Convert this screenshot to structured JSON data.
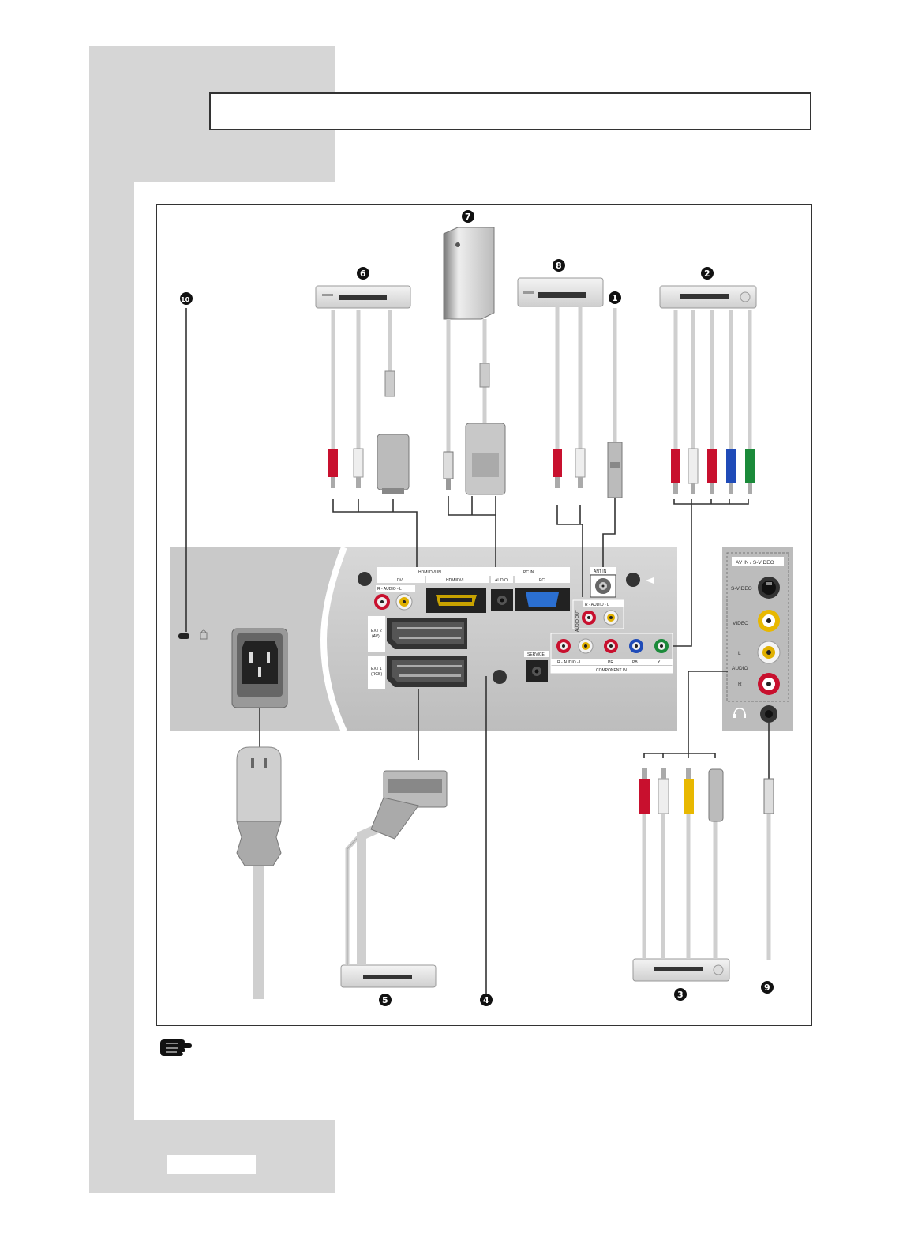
{
  "header": {
    "title": ""
  },
  "panel_labels": {
    "hdmi_dvi_in": "HDMI/DVI IN",
    "dvi": "DVI",
    "hdmi_dvi": "HDMI/DVI",
    "audio_rl_left": "R - AUDIO - L",
    "pc_in": "PC IN",
    "audio": "AUDIO",
    "pc": "PC",
    "ant_in": "ANT IN",
    "audio_out": "AUDIO OUT",
    "audio_rl_out": "R - AUDIO - L",
    "ext2": "EXT 2",
    "ext2_sub": "(AV)",
    "ext1": "EXT 1",
    "ext1_sub": "(RGB)",
    "service": "SERVICE",
    "component_audio": "R - AUDIO - L",
    "pr": "PR",
    "pb": "PB",
    "y": "Y",
    "component_in": "COMPONENT IN"
  },
  "side_panel": {
    "title": "AV IN / S-VIDEO",
    "svideo": "S-VIDEO",
    "video": "VIDEO",
    "l": "L",
    "audio": "AUDIO",
    "r": "R"
  },
  "callouts": [
    "1",
    "2",
    "3",
    "4",
    "5",
    "6",
    "7",
    "8",
    "9",
    "10"
  ],
  "icons": [
    "note-hand-icon",
    "kensington-lock-icon",
    "headphone-icon"
  ],
  "footer": {
    "page_box": ""
  },
  "colors": {
    "sidebar": "#d6d6d6",
    "panel": "#c8c8c8",
    "red": "#c8102e",
    "white": "#f2f2f2",
    "yellow": "#e8b800",
    "blue": "#1f4bb8",
    "green": "#1b8a3a"
  }
}
